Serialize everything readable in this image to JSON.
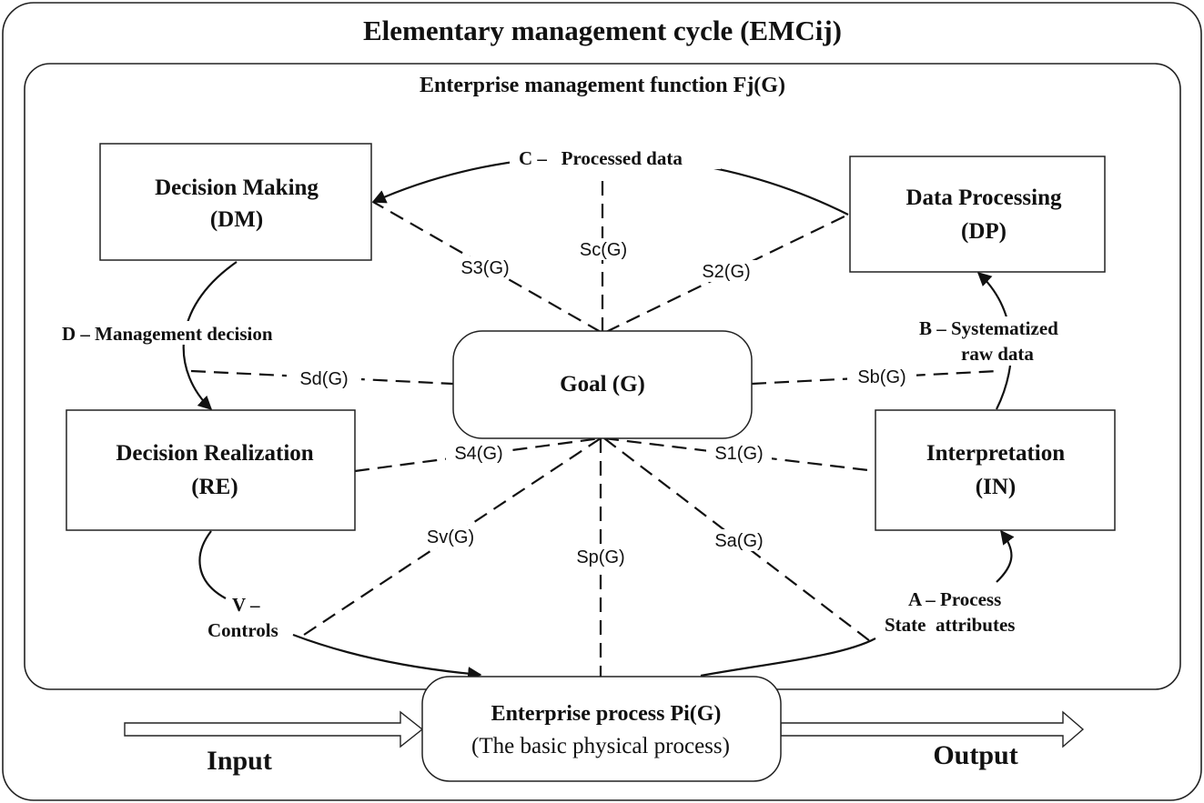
{
  "outer_title": "Elementary management cycle (EMCij)",
  "inner_title": "Enterprise management function Fj(G)",
  "goal": "Goal (G)",
  "boxes": {
    "dm": {
      "line1": "Decision Making",
      "line2": "(DM)"
    },
    "dp": {
      "line1": "Data Processing",
      "line2": "(DP)"
    },
    "re": {
      "line1": "Decision Realization",
      "line2": "(RE)"
    },
    "in": {
      "line1": "Interpretation",
      "line2": "(IN)"
    }
  },
  "process": {
    "line1": "Enterprise process  Pi(G)",
    "line2": "(The basic physical process)"
  },
  "flows": {
    "c": "C –   Processed data",
    "d": "D – Management decision",
    "b1": "B – Systematized",
    "b2": "raw data",
    "a1": "A – Process",
    "a2": "State  attributes",
    "v1": "V –",
    "v2": "Controls"
  },
  "signals": {
    "s3": "S3(G)",
    "sc": "Sc(G)",
    "s2": "S2(G)",
    "sd": "Sd(G)",
    "sb": "Sb(G)",
    "s4": "S4(G)",
    "s1": "S1(G)",
    "sv": "Sv(G)",
    "sp": "Sp(G)",
    "sa": "Sa(G)"
  },
  "io": {
    "input": "Input",
    "output": "Output"
  }
}
